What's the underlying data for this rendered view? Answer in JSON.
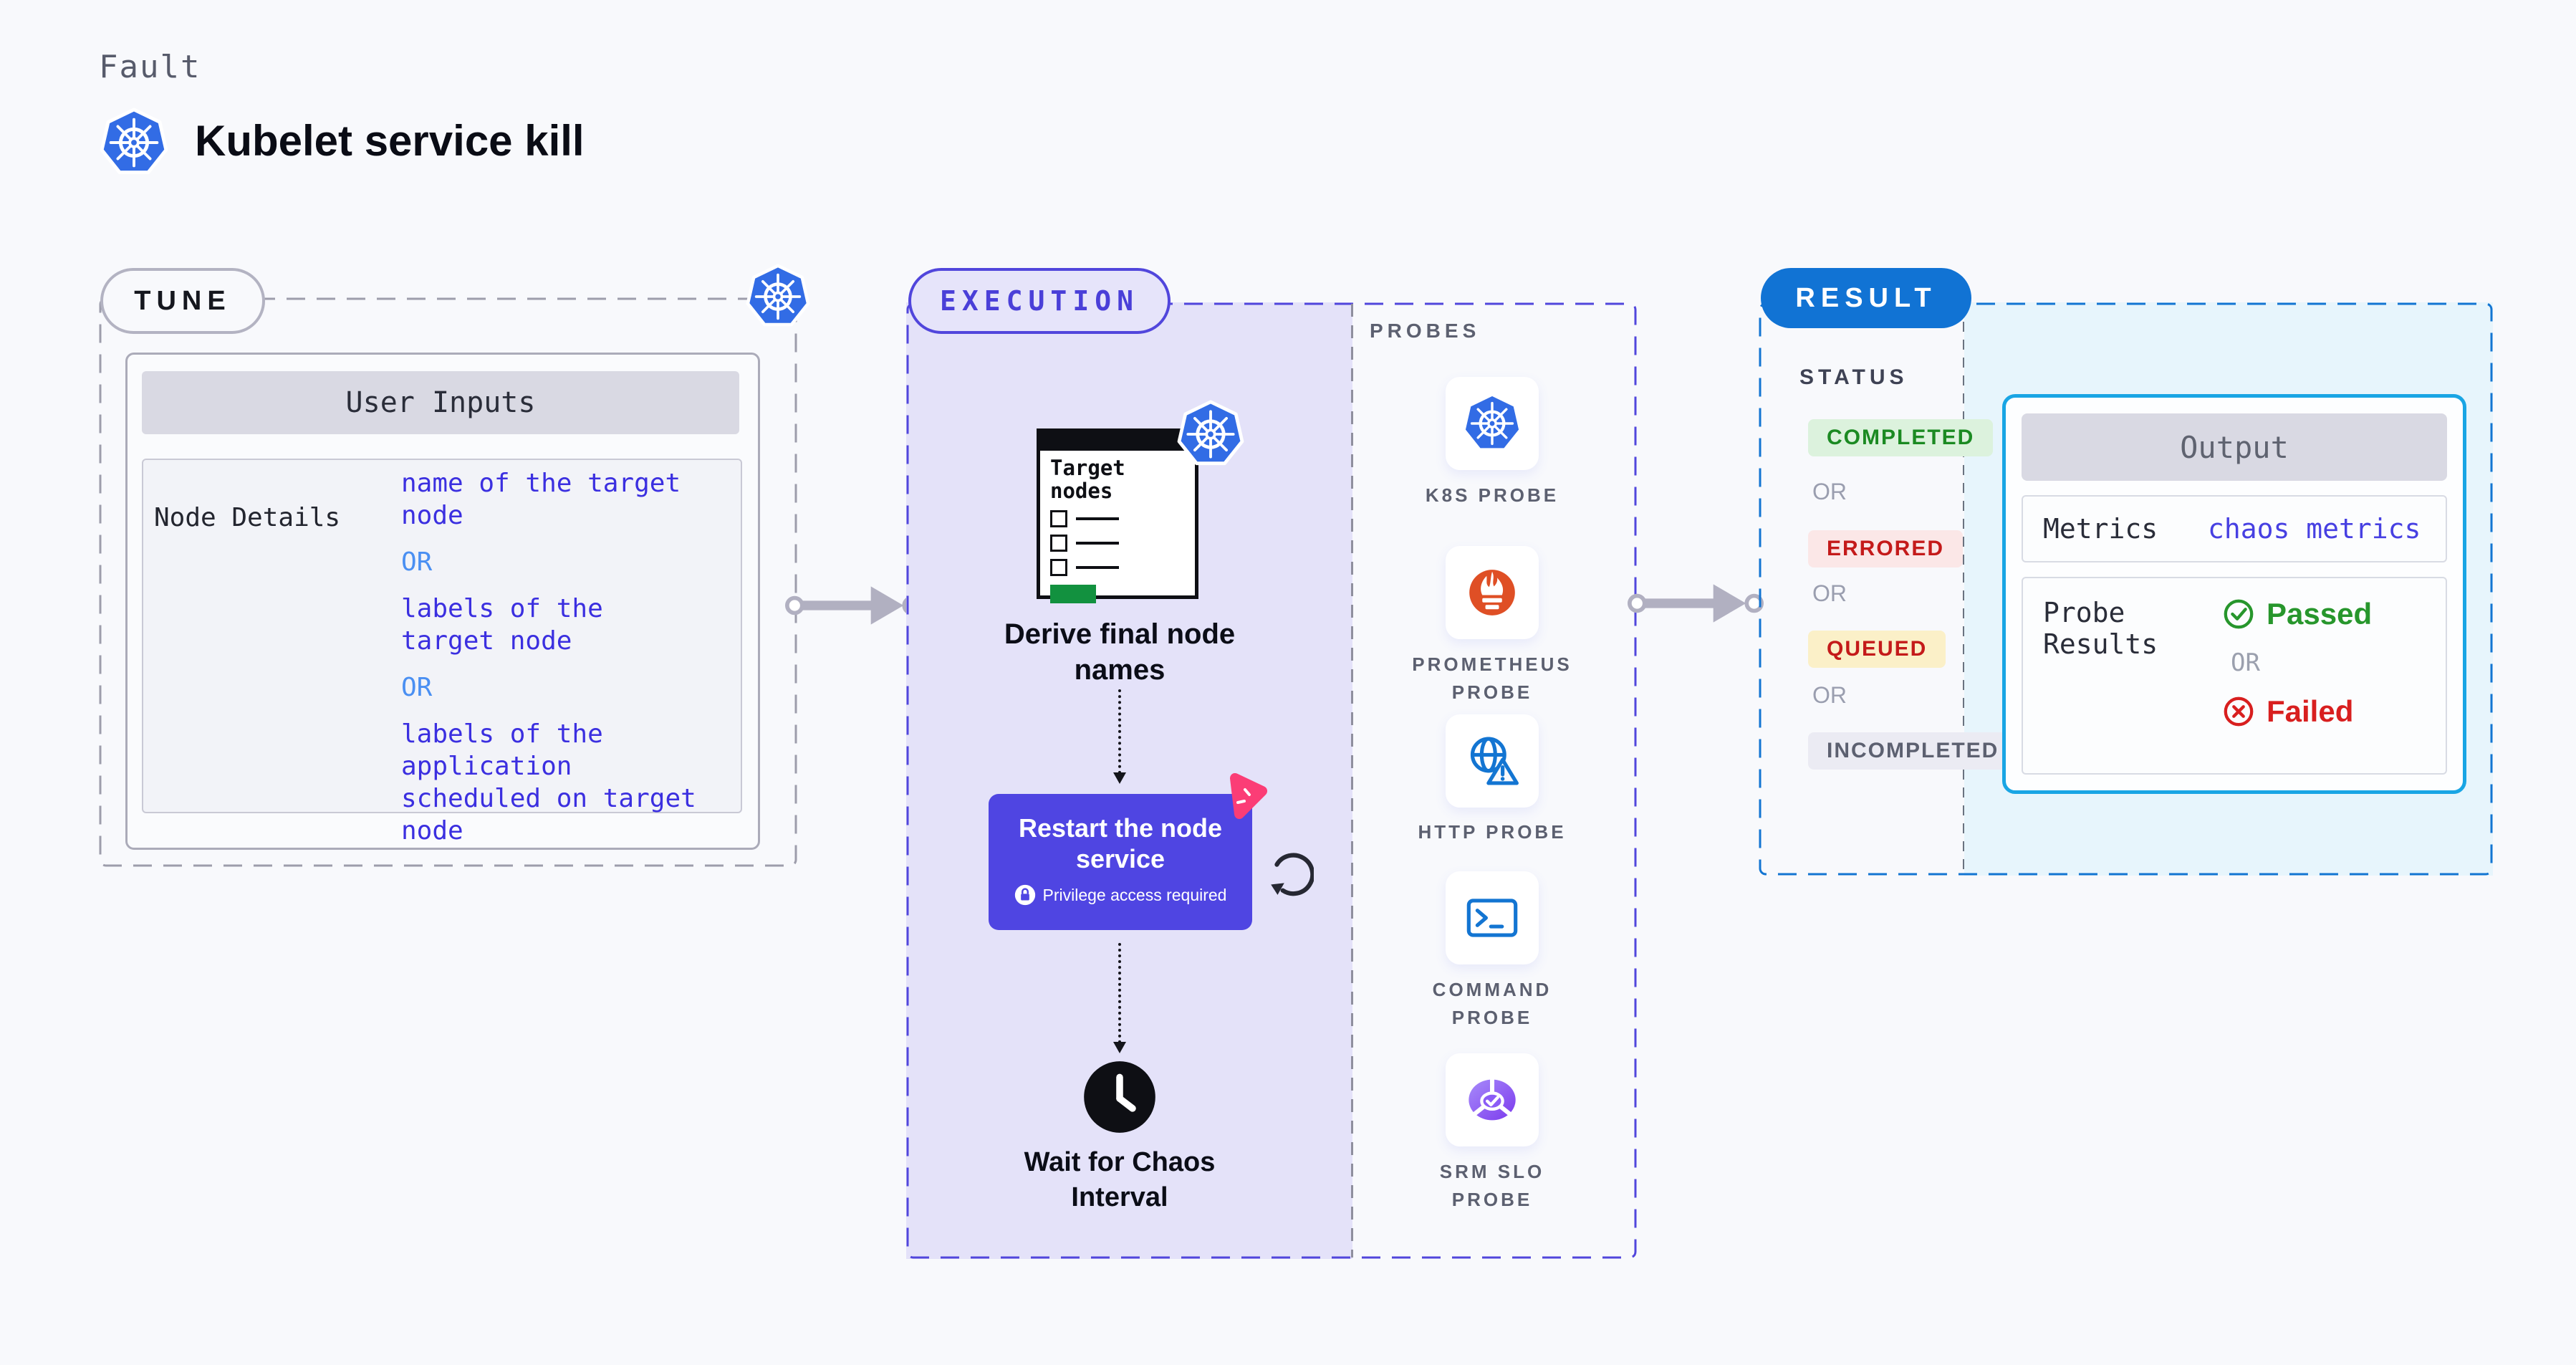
{
  "header": {
    "kicker": "Fault",
    "title": "Kubelet service kill"
  },
  "tune": {
    "badge": "TUNE",
    "user_inputs_title": "User Inputs",
    "row_label": "Node Details",
    "option1": "name of the target\nnode",
    "or": "OR",
    "option2": "labels of the\ntarget node",
    "option3": "labels of the application\n scheduled on target node"
  },
  "execution": {
    "badge": "EXECUTION",
    "target_nodes_label": "Target\nnodes",
    "derive_label": "Derive final node\nnames",
    "restart_label": "Restart the node\nservice",
    "privilege_label": "Privilege access required",
    "wait_label": "Wait for Chaos\nInterval"
  },
  "probes": {
    "title": "PROBES",
    "items": [
      {
        "label": "K8S PROBE",
        "icon": "kubernetes-icon"
      },
      {
        "label": "PROMETHEUS PROBE",
        "icon": "prometheus-icon"
      },
      {
        "label": "HTTP PROBE",
        "icon": "globe-warning-icon"
      },
      {
        "label": "COMMAND PROBE",
        "icon": "terminal-icon"
      },
      {
        "label": "SRM SLO PROBE",
        "icon": "slo-pie-check-icon"
      }
    ]
  },
  "result": {
    "badge": "RESULT",
    "status_title": "STATUS",
    "or": "OR",
    "statuses": [
      {
        "label": "COMPLETED",
        "text_color": "#1B8A22",
        "bg_color": "#DCF2DD"
      },
      {
        "label": "ERRORED",
        "text_color": "#C41A1A",
        "bg_color": "#FBE7E7"
      },
      {
        "label": "QUEUED",
        "text_color": "#C41A1A",
        "bg_color": "#FBF0C8"
      },
      {
        "label": "INCOMPLETED",
        "text_color": "#5C6070",
        "bg_color": "#EBEBF3"
      }
    ],
    "output": {
      "title": "Output",
      "metrics_label": "Metrics",
      "metrics_value": "chaos metrics",
      "probe_results_label": "Probe\nResults",
      "passed": "Passed",
      "or": "OR",
      "failed": "Failed"
    }
  },
  "colors": {
    "page_bg": "#F8F9FC",
    "tune_border": "#9D9DAB",
    "execution_accent": "#5146DC",
    "execution_fill": "#E4E2F9",
    "result_accent": "#1375D2",
    "result_fill": "#E7F5FC",
    "output_border": "#19A5E4",
    "node_color": "#4F45E2",
    "value_text": "#3B2FE0",
    "or_text": "#4A8FF2",
    "kubernetes_blue": "#326CE5",
    "prometheus_orange": "#DF4F25",
    "chaos_pink": "#FB3D76",
    "passed_green": "#27962C",
    "failed_red": "#D81F1F"
  }
}
